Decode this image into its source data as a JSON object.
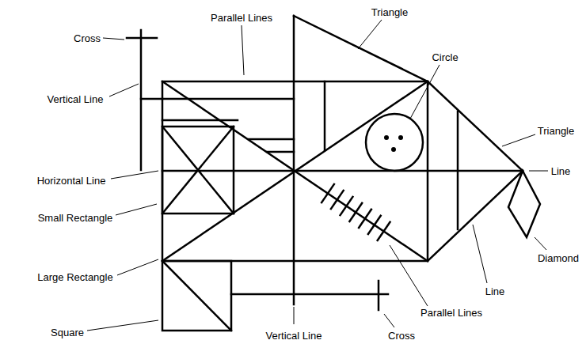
{
  "diagram": {
    "labels": [
      "Parallel Lines",
      "Triangle",
      "Cross",
      "Circle",
      "Vertical Line",
      "Triangle",
      "Line",
      "Horizontal Line",
      "Small Rectangle",
      "Diamond",
      "Large Rectangle",
      "Line",
      "Parallel Lines",
      "Square",
      "Vertical Line",
      "Cross"
    ]
  }
}
